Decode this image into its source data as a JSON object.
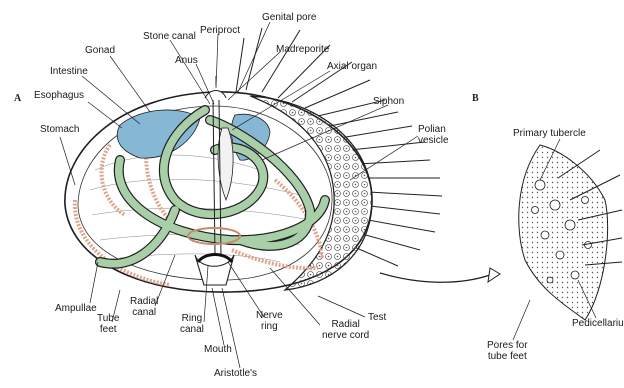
{
  "panels": {
    "a": "A",
    "b": "B"
  },
  "labels": {
    "genital_pore": "Genital pore",
    "periproct": "Periproct",
    "stone_canal": "Stone canal",
    "madreporite": "Madreporite",
    "gonad": "Gonad",
    "anus": "Anus",
    "axial_organ": "Axial organ",
    "intestine": "Intestine",
    "esophagus": "Esophagus",
    "siphon": "Siphon",
    "stomach": "Stomach",
    "polian_vesicle": "Polian\nvesicle",
    "test": "Test",
    "ampullae": "Ampullae",
    "radial_canal": "Radial\ncanal",
    "tube_feet": "Tube\nfeet",
    "ring_canal": "Ring\ncanal",
    "mouth": "Mouth",
    "nerve_ring": "Nerve\nring",
    "radial_nerve_cord": "Radial\nnerve cord",
    "aristotles": "Aristotle's",
    "primary_tubercle": "Primary tubercle",
    "pedicellarium": "Pedicellarium",
    "pores_for_tube_feet": "Pores for\ntube feet"
  },
  "colors": {
    "water_vascular": "#a9cfa8",
    "digestive": "#86b8d6",
    "ampullae": "#e0a58e",
    "outline": "#1f1f1f",
    "background": "#ffffff"
  }
}
